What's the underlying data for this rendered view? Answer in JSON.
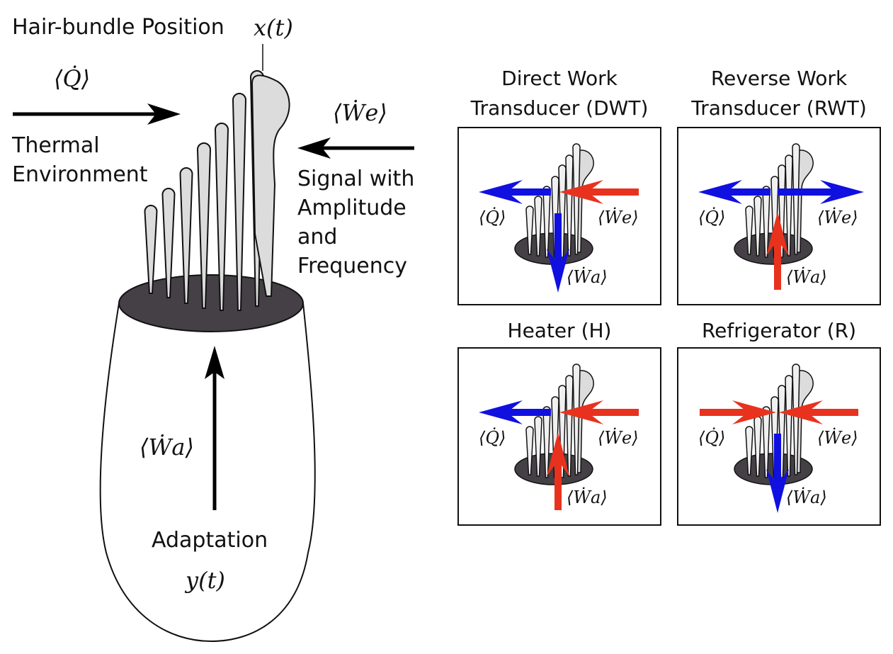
{
  "main_figure": {
    "hair_bundle_label": "Hair-bundle Position",
    "hair_bundle_var": "x(t)",
    "heat_flux_label": "⟨Q̇⟩",
    "thermal_env_line1": "Thermal",
    "thermal_env_line2": "Environment",
    "signal_work_label": "⟨Ẇe⟩",
    "signal_line1": "Signal with",
    "signal_line2": "Amplitude",
    "signal_line3": "and",
    "signal_line4": "Frequency",
    "adaptation_work_label": "⟨Ẇa⟩",
    "adaptation_label": "Adaptation",
    "adaptation_var": "y(t)"
  },
  "colors": {
    "positive_flow": "#e8321e",
    "negative_flow": "#1010e0",
    "bundle_fill": "#dcdcdc",
    "base_fill": "#454045",
    "outline": "#111111"
  },
  "panels": [
    {
      "title_line1": "Direct Work",
      "title_line2": "Transducer (DWT)",
      "q_label": "⟨Q̇⟩",
      "we_label": "⟨Ẇe⟩",
      "wa_label": "⟨Ẇa⟩",
      "q_dir": "out",
      "we_dir": "in",
      "wa_dir": "out"
    },
    {
      "title_line1": "Reverse Work",
      "title_line2": "Transducer (RWT)",
      "q_label": "⟨Q̇⟩",
      "we_label": "⟨Ẇe⟩",
      "wa_label": "⟨Ẇa⟩",
      "q_dir": "out",
      "we_dir": "out",
      "wa_dir": "in"
    },
    {
      "title_line1": "",
      "title_line2": "Heater (H)",
      "q_label": "⟨Q̇⟩",
      "we_label": "⟨Ẇe⟩",
      "wa_label": "⟨Ẇa⟩",
      "q_dir": "out",
      "we_dir": "in",
      "wa_dir": "in"
    },
    {
      "title_line1": "",
      "title_line2": "Refrigerator (R)",
      "q_label": "⟨Q̇⟩",
      "we_label": "⟨Ẇe⟩",
      "wa_label": "⟨Ẇa⟩",
      "q_dir": "in",
      "we_dir": "in",
      "wa_dir": "out"
    }
  ]
}
